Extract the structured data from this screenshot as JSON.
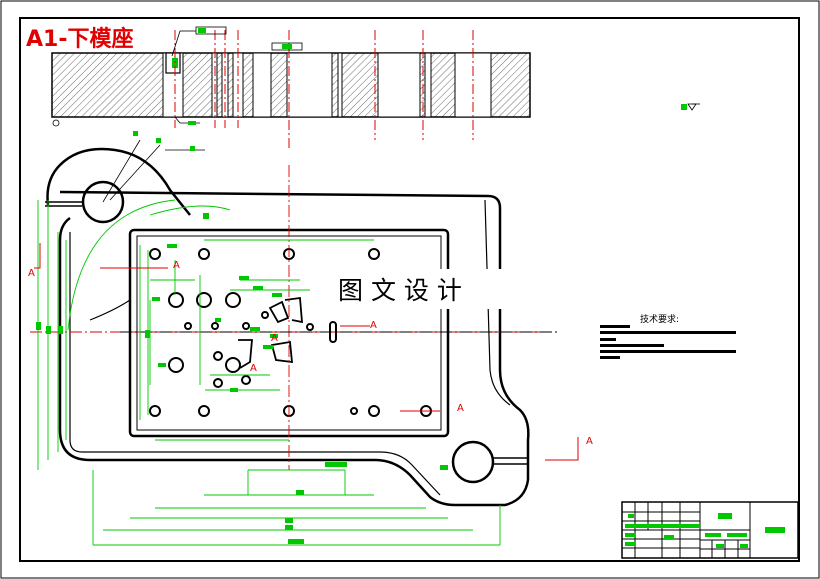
{
  "drawing": {
    "title": "A1-下模座",
    "watermark": "图 文 设 计",
    "section_marker": "A",
    "tech_requirements_title": "技术要求:"
  },
  "colors": {
    "outline": "#000000",
    "dimension": "#00c800",
    "centerline": "#e00000",
    "title_red": "#e00000",
    "hatch": "#333333"
  }
}
